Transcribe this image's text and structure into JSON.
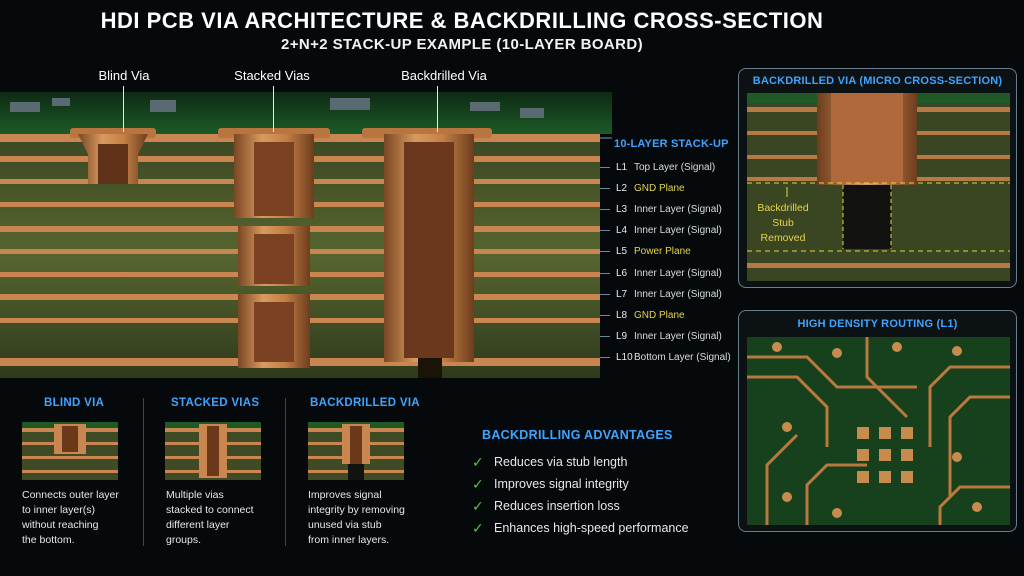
{
  "header": {
    "title": "HDI PCB VIA ARCHITECTURE & BACKDRILLING CROSS-SECTION",
    "subtitle": "2+N+2 STACK-UP EXAMPLE (10-LAYER BOARD)"
  },
  "cross_section": {
    "labels": {
      "blind": "Blind Via",
      "stacked": "Stacked Vias",
      "backdrilled": "Backdrilled Via"
    }
  },
  "stackup": {
    "title": "10-LAYER STACK-UP",
    "layers": [
      {
        "id": "L1",
        "name": "Top Layer (Signal)",
        "plane": false
      },
      {
        "id": "L2",
        "name": "GND Plane",
        "plane": true
      },
      {
        "id": "L3",
        "name": "Inner Layer (Signal)",
        "plane": false
      },
      {
        "id": "L4",
        "name": "Inner Layer (Signal)",
        "plane": false
      },
      {
        "id": "L5",
        "name": "Power Plane",
        "plane": true
      },
      {
        "id": "L6",
        "name": "Inner Layer (Signal)",
        "plane": false
      },
      {
        "id": "L7",
        "name": "Inner Layer (Signal)",
        "plane": false
      },
      {
        "id": "L8",
        "name": "GND Plane",
        "plane": true
      },
      {
        "id": "L9",
        "name": "Inner Layer (Signal)",
        "plane": false
      },
      {
        "id": "L10",
        "name": "Bottom Layer (Signal)",
        "plane": false
      }
    ]
  },
  "micro_panel": {
    "title": "BACKDRILLED VIA (MICRO CROSS-SECTION)",
    "stub_label_1": "Backdrilled",
    "stub_label_2": "Stub",
    "stub_label_3": "Removed"
  },
  "routing_panel": {
    "title": "HIGH DENSITY ROUTING (L1)"
  },
  "via_types": [
    {
      "title": "BLIND VIA",
      "lines": [
        "Connects outer layer",
        "to inner layer(s)",
        "without reaching",
        "the bottom."
      ]
    },
    {
      "title": "STACKED VIAS",
      "lines": [
        "Multiple vias",
        "stacked to connect",
        "different layer",
        "groups."
      ]
    },
    {
      "title": "BACKDRILLED VIA",
      "lines": [
        "Improves signal",
        "integrity by removing",
        "unused via stub",
        "from inner layers."
      ]
    }
  ],
  "advantages": {
    "title": "BACKDRILLING ADVANTAGES",
    "items": [
      "Reduces via stub length",
      "Improves signal integrity",
      "Reduces insertion loss",
      "Enhances high-speed performance"
    ]
  },
  "colors": {
    "accent": "#3fa4ff",
    "copper": "#c9874f",
    "laminate": "#4a5a2e",
    "solder_mask": "#1f6a2c",
    "plane_label": "#e4d547",
    "check": "#52c24a"
  }
}
